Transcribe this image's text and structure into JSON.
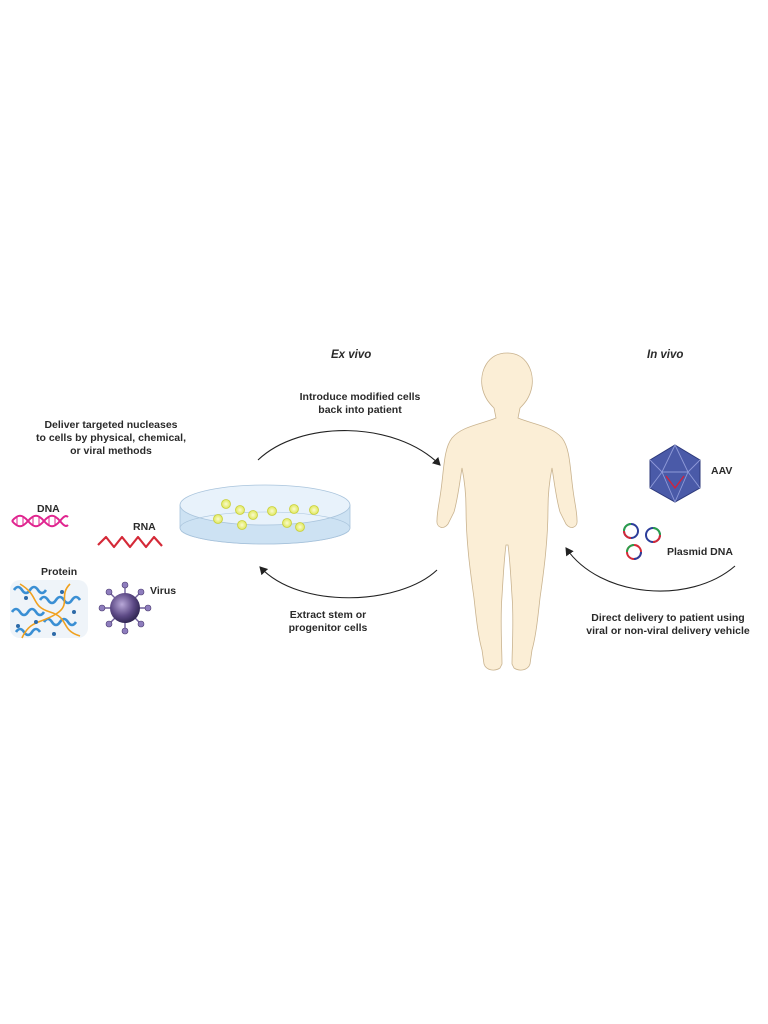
{
  "headers": {
    "ex_vivo": "Ex vivo",
    "in_vivo": "In vivo"
  },
  "introduce": {
    "line1": "Introduce modified cells",
    "line2": "back into patient"
  },
  "deliver": {
    "line1": "Deliver targeted nucleases",
    "line2": "to cells by physical, chemical,",
    "line3": "or viral methods"
  },
  "extract": {
    "line1": "Extract stem or",
    "line2": "progenitor cells"
  },
  "direct": {
    "line1": "Direct delivery to patient using",
    "line2": "viral or non-viral delivery vehicle"
  },
  "molecules": {
    "dna": "DNA",
    "rna": "RNA",
    "protein": "Protein",
    "virus": "Virus"
  },
  "vectors": {
    "aav": "AAV",
    "plasmid": "Plasmid DNA"
  },
  "colors": {
    "skin": "#fbeed6",
    "dna": "#e0258f",
    "rna": "#d42a38",
    "virus": "#5d4a86",
    "aav": "#4a5aa8",
    "dish": "#d7e8f6",
    "cell": "#e9ef6a"
  }
}
